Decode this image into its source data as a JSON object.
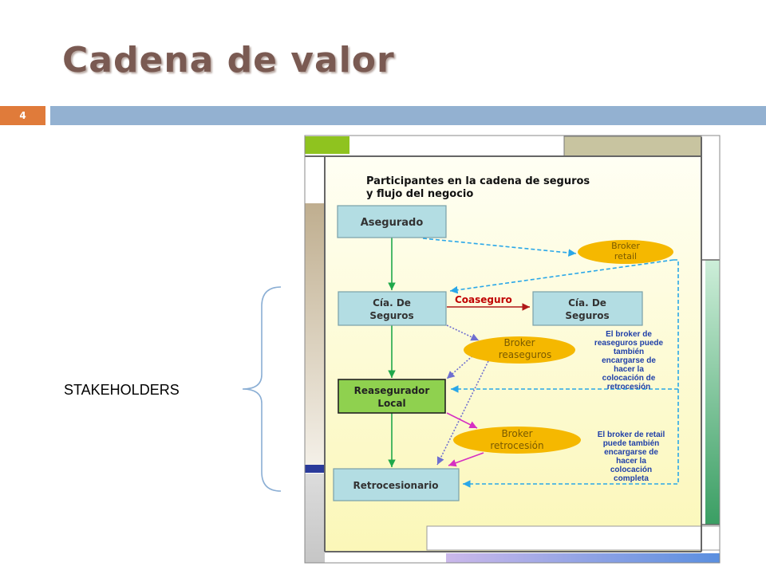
{
  "slide": {
    "title": "Cadena de valor",
    "slide_number": "4",
    "side_label": "STAKEHOLDERS"
  },
  "diagram": {
    "heading_line1": "Participantes en la cadena de seguros",
    "heading_line2": "y flujo del negocio",
    "nodes": {
      "asegurado": "Asegurado",
      "cia_seguros_1_l1": "Cía. De",
      "cia_seguros_1_l2": "Seguros",
      "cia_seguros_2_l1": "Cía. De",
      "cia_seguros_2_l2": "Seguros",
      "reasegurador_l1": "Reasegurador",
      "reasegurador_l2": "Local",
      "retrocesionario": "Retrocesionario",
      "broker_retail_l1": "Broker",
      "broker_retail_l2": "retail",
      "broker_reaseguros_l1": "Broker",
      "broker_reaseguros_l2": "reaseguros",
      "broker_retrocesion_l1": "Broker",
      "broker_retrocesion_l2": "retrocesión"
    },
    "coaseguro_label": "Coaseguro",
    "note_reaseguros": [
      "El broker de",
      "reaseguros puede",
      "también",
      "encargarse de",
      "hacer la",
      "colocación de",
      "retrocesión"
    ],
    "note_retail": [
      "El broker de retail",
      "puede también",
      "encargarse de",
      "hacer la",
      "colocación",
      "completa"
    ]
  },
  "colors": {
    "title": "#7a5a52",
    "slide_number_bar": "#e07b3a",
    "header_bar": "#93b1d1",
    "node_fill": "#b3dde3",
    "reasegurador_fill": "#8fd14f",
    "broker_fill": "#f5b800",
    "note_text": "#1f3fa8",
    "coaseguro_text": "#c00000"
  }
}
